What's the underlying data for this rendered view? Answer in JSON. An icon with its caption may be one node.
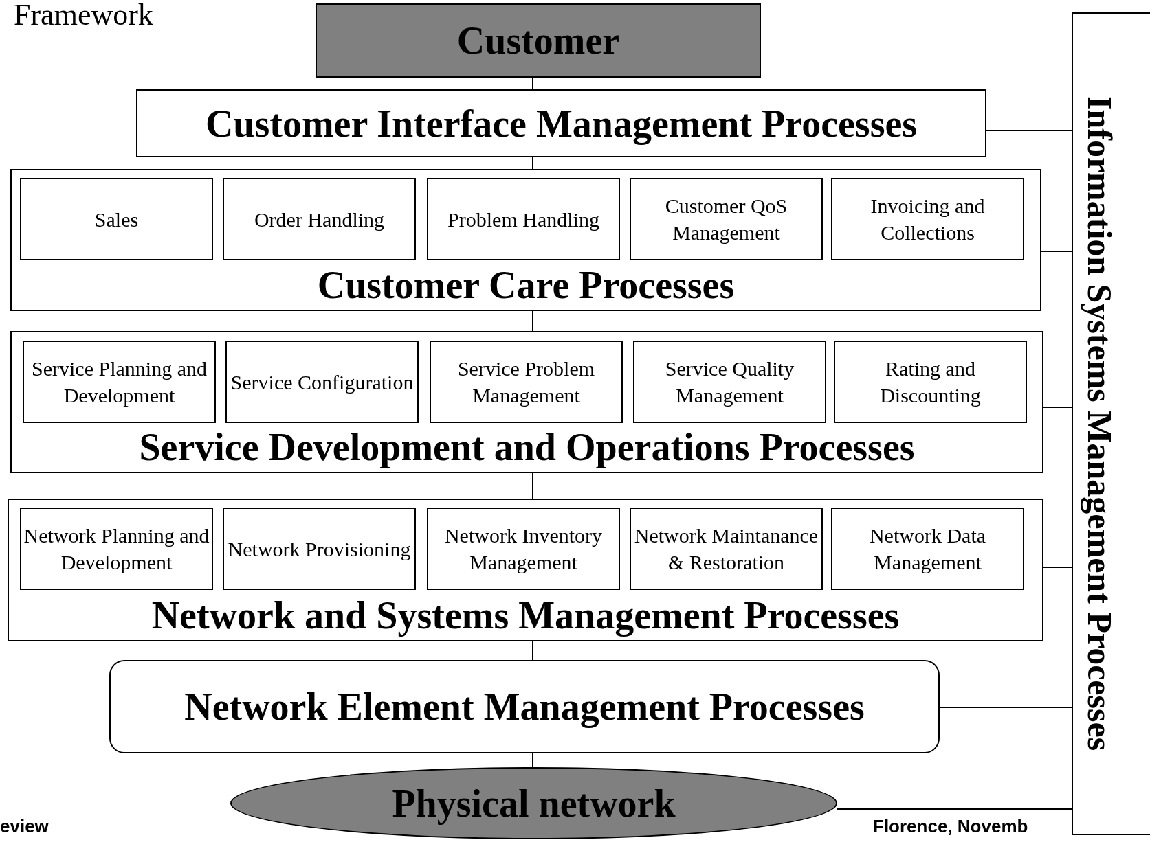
{
  "diagram": {
    "title": "Framework",
    "nodes": [
      {
        "text": [
          "Customer"
        ]
      },
      {
        "text": [
          "Customer Interface Management Processes"
        ]
      },
      {
        "text": [
          "Customer Care Processes"
        ]
      },
      {
        "text": [
          "Sales"
        ],
        "in": 2
      },
      {
        "text": [
          "Order Handling"
        ],
        "in": 2
      },
      {
        "text": [
          "Problem Handling"
        ],
        "in": 2
      },
      {
        "text": [
          "Customer QoS Management"
        ],
        "in": 2
      },
      {
        "text": [
          "Invoicing and Collections"
        ],
        "in": 2
      },
      {
        "text": [
          "Service Development and Operations Processes"
        ]
      },
      {
        "text": [
          "Service Planning and Development"
        ],
        "in": 8
      },
      {
        "text": [
          "Service Configuration"
        ],
        "in": 8
      },
      {
        "text": [
          "Service Problem Management"
        ],
        "in": 8
      },
      {
        "text": [
          "Service Quality Management"
        ],
        "in": 8
      },
      {
        "text": [
          "Rating and Discounting"
        ],
        "in": 8
      },
      {
        "text": [
          "Network and Systems Management Processes"
        ]
      },
      {
        "text": [
          "Network Planning and Development"
        ],
        "in": 14
      },
      {
        "text": [
          "Network Provisioning"
        ],
        "in": 14
      },
      {
        "text": [
          "Network Inventory Management"
        ],
        "in": 14
      },
      {
        "text": [
          "Network Maintanance & Restoration"
        ],
        "in": 14
      },
      {
        "text": [
          "Network Data Management"
        ],
        "in": 14
      },
      {
        "text": [
          "Network Element Management Processes"
        ]
      },
      {
        "text": [
          "Physical network"
        ]
      },
      {
        "text": [
          "Information Systems Management Processes"
        ]
      }
    ],
    "edges": [
      {
        "from": 0,
        "to": 1,
        "arrow": "none"
      },
      {
        "from": 1,
        "to": 2,
        "arrow": "none"
      },
      {
        "from": 2,
        "to": 8,
        "arrow": "none"
      },
      {
        "from": 8,
        "to": 14,
        "arrow": "none"
      },
      {
        "from": 14,
        "to": 20,
        "arrow": "none"
      },
      {
        "from": 20,
        "to": 21,
        "arrow": "none"
      },
      {
        "from": 1,
        "to": 22,
        "arrow": "none"
      },
      {
        "from": 2,
        "to": 22,
        "arrow": "none"
      },
      {
        "from": 8,
        "to": 22,
        "arrow": "none"
      },
      {
        "from": 14,
        "to": 22,
        "arrow": "none"
      },
      {
        "from": 20,
        "to": 22,
        "arrow": "none"
      },
      {
        "from": 21,
        "to": 22,
        "arrow": "none"
      }
    ],
    "labels": [
      "eview",
      "Florence, Novemb"
    ]
  }
}
